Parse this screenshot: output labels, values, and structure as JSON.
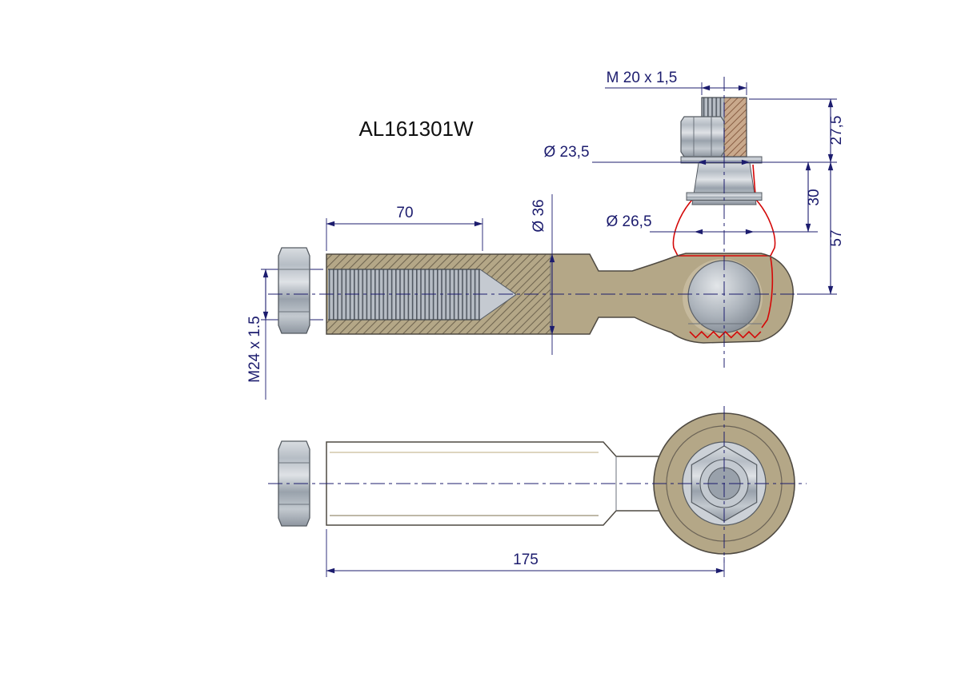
{
  "part": {
    "number": "AL161301W"
  },
  "dimensions": {
    "top_thread": "M 20 x 1,5",
    "dia_stud_upper": "Ø 23,5",
    "dia_stud_lower": "Ø 26,5",
    "dia_body": "Ø 36",
    "thread_depth": "70",
    "stud_thread_len": "27,5",
    "cone_height": "30",
    "stud_height": "57",
    "side_thread": "M24 x 1.5",
    "total_length": "175"
  },
  "colors": {
    "dim": "#1c1c6e",
    "outline": "#4f4a42",
    "body": "#b4a787",
    "body_light": "#c6ba9e",
    "boot": "#b9ac8e",
    "thread_fill": "#b7bdc5",
    "metal_dark": "#6b727b",
    "seal": "#d40808",
    "title": "#101010",
    "background": "#ffffff"
  }
}
